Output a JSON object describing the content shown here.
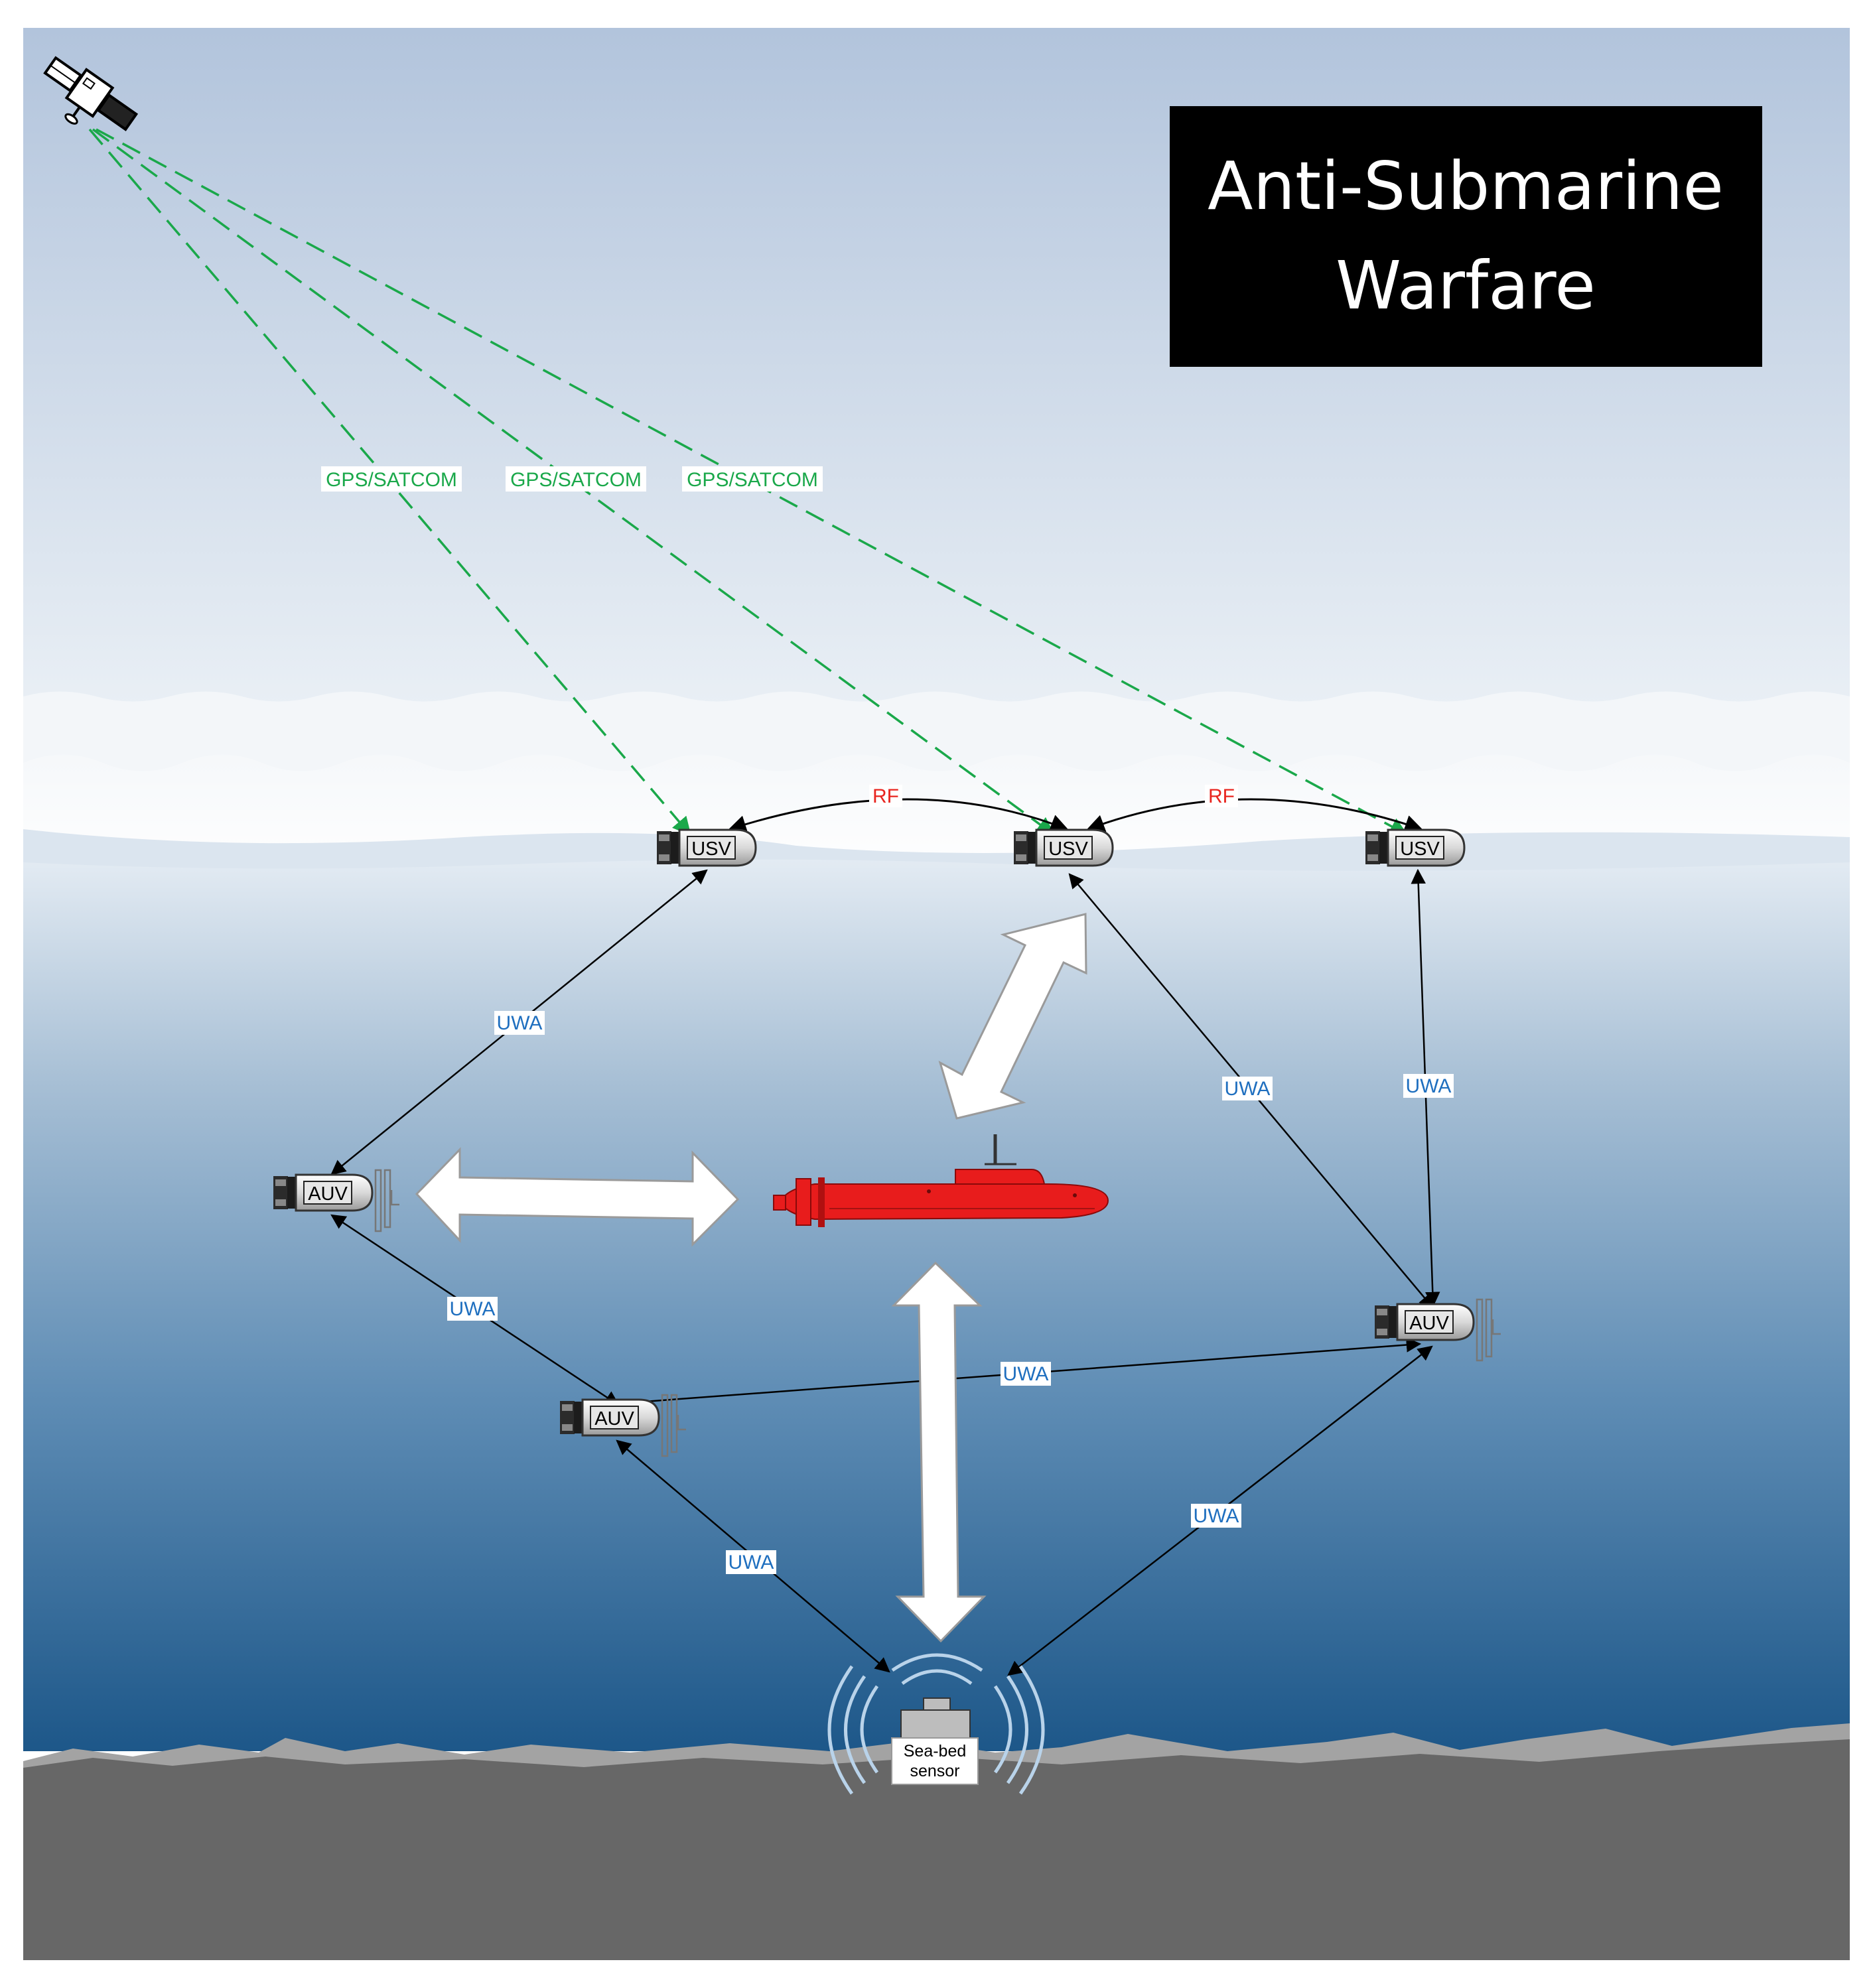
{
  "title": {
    "line1": "Anti-Submarine",
    "line2": "Warfare"
  },
  "colors": {
    "sky_top": "#b2c4dc",
    "sky_bottom": "#e6edf4",
    "water_top": "#dfe8f1",
    "water_bottom": "#1f5a8a",
    "seabed": "#676767",
    "seabed_ridge": "#9a9a9a",
    "gps_link": "#1aa84a",
    "rf_label": "#e8251f",
    "uwa_label": "#1f6fbf",
    "submarine": "#e81c1c",
    "title_bg": "#000000",
    "title_fg": "#ffffff"
  },
  "nodes": {
    "satellite": {
      "icon": "satellite-icon"
    },
    "usv1": {
      "label": "USV"
    },
    "usv2": {
      "label": "USV"
    },
    "usv3": {
      "label": "USV"
    },
    "auv1": {
      "label": "AUV"
    },
    "auv2": {
      "label": "AUV"
    },
    "auv3": {
      "label": "AUV"
    },
    "sensor": {
      "label_line1": "Sea-bed",
      "label_line2": "sensor"
    },
    "submarine": {
      "icon": "submarine-icon"
    }
  },
  "links": {
    "gps1": "GPS/SATCOM",
    "gps2": "GPS/SATCOM",
    "gps3": "GPS/SATCOM",
    "rf1": "RF",
    "rf2": "RF",
    "uwa_usv1_auv1": "UWA",
    "uwa_usv2_auv3": "UWA",
    "uwa_usv3_auv3": "UWA",
    "uwa_auv1_auv2": "UWA",
    "uwa_auv2_auv3": "UWA",
    "uwa_auv2_sensor": "UWA",
    "uwa_auv3_sensor": "UWA"
  }
}
